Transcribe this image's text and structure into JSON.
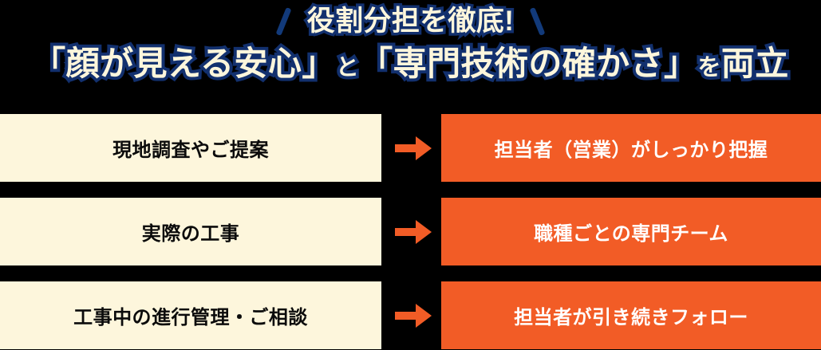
{
  "colors": {
    "background": "#000000",
    "cream": "#fdf6dc",
    "orange": "#f25c26",
    "navy": "#12306e",
    "text_dark": "#0b0b0b",
    "text_light": "#ffffff"
  },
  "heading": {
    "line1": "役割分担を徹底!",
    "line2_part1": "「顔が見える安心」",
    "line2_conj": "と",
    "line2_part2": "「専門技術の確かさ」",
    "line2_suffix": "を",
    "line2_end": "両立",
    "decoration_left": "slash-left",
    "decoration_right": "slash-right"
  },
  "rows": [
    {
      "left": "現地調査やご提案",
      "arrow": "arrow-right-icon",
      "right": "担当者（営業）がしっかり把握"
    },
    {
      "left": "実際の工事",
      "arrow": "arrow-right-icon",
      "right": "職種ごとの専門チーム"
    },
    {
      "left": "工事中の進行管理・ご相談",
      "arrow": "arrow-right-icon",
      "right": "担当者が引き続きフォロー"
    }
  ]
}
